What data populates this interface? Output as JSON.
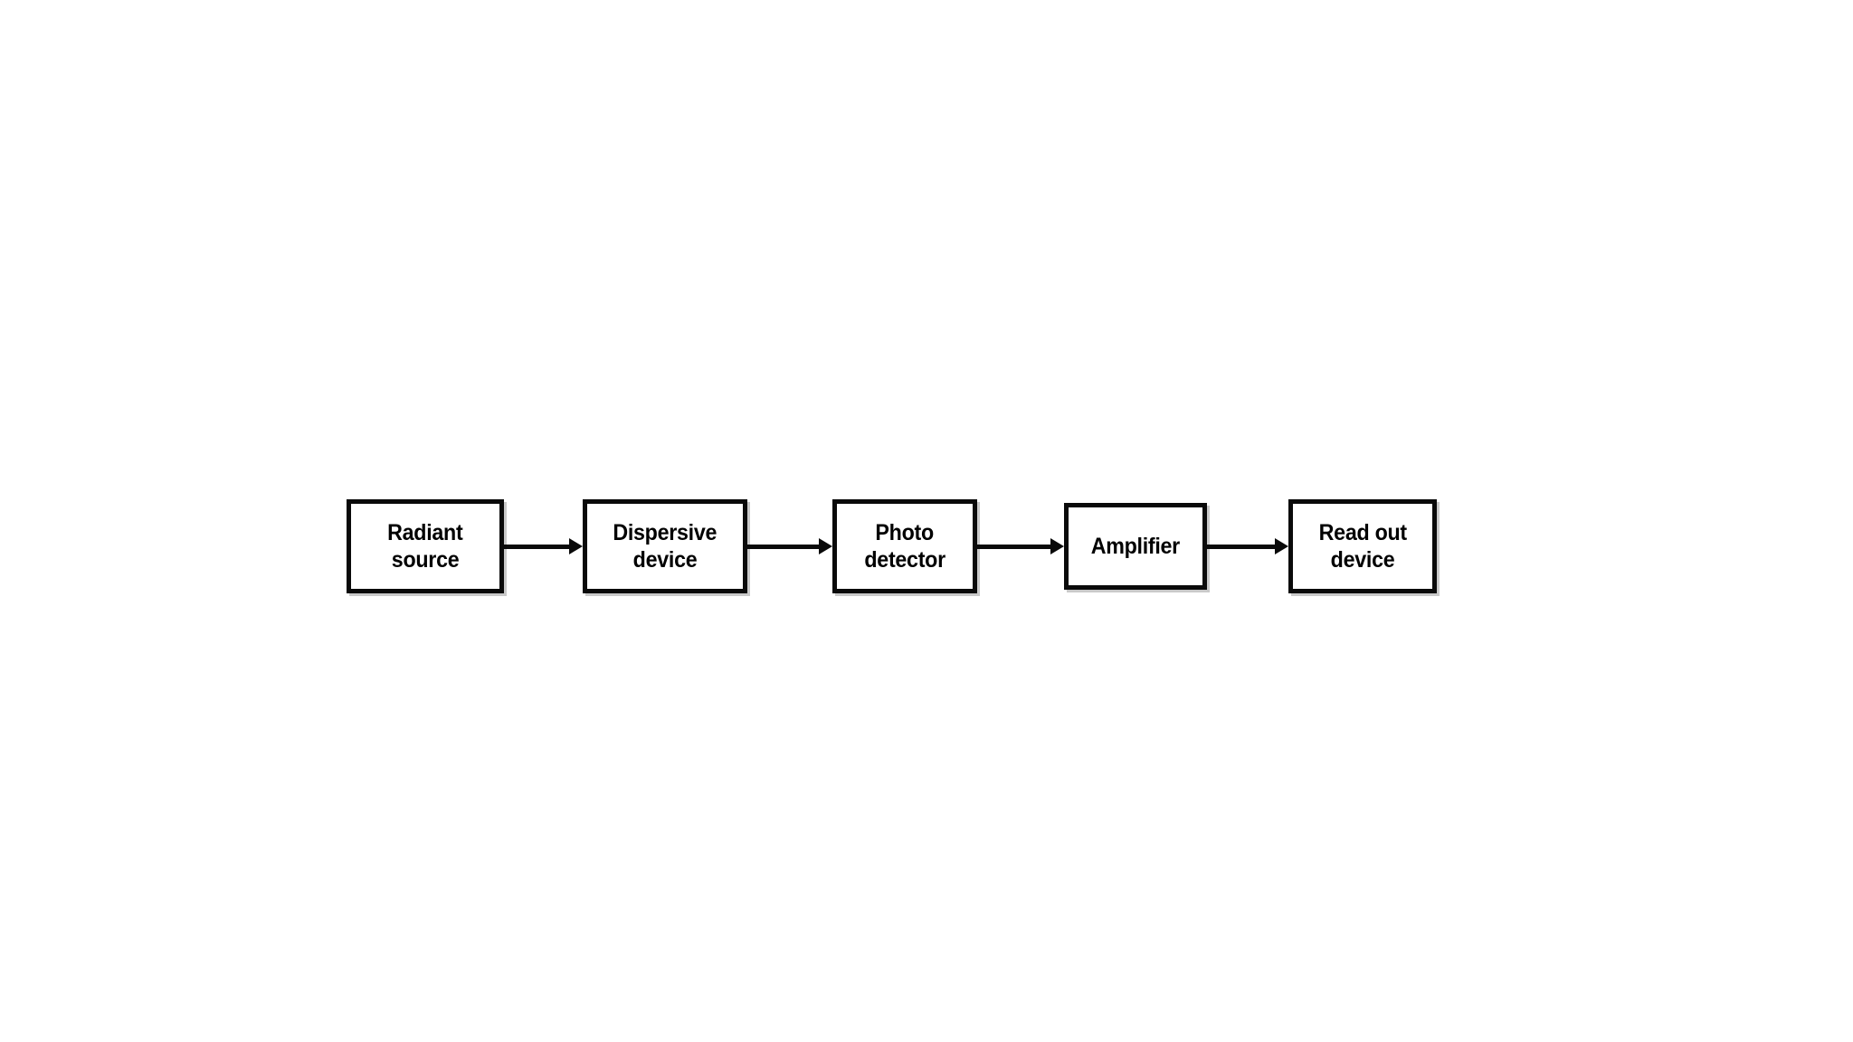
{
  "diagram": {
    "type": "block-flow-diagram",
    "orientation": "horizontal",
    "background_color": "#ffffff",
    "line_color": "#0a0a0a",
    "text_color": "#000000",
    "nodes": [
      {
        "id": "radiant-source",
        "line1": "Radiant",
        "line2": "source"
      },
      {
        "id": "dispersive-device",
        "line1": "Dispersive",
        "line2": "device"
      },
      {
        "id": "photo-detector",
        "line1": "Photo",
        "line2": "detector"
      },
      {
        "id": "amplifier",
        "line1": "Amplifier",
        "line2": ""
      },
      {
        "id": "readout-device",
        "line1": "Read out",
        "line2": "device"
      }
    ],
    "connectors": [
      {
        "id": "arrow-1",
        "from": "radiant-source",
        "to": "dispersive-device",
        "glyph": "arrow-right"
      },
      {
        "id": "arrow-2",
        "from": "dispersive-device",
        "to": "photo-detector",
        "glyph": "arrow-right"
      },
      {
        "id": "arrow-3",
        "from": "photo-detector",
        "to": "amplifier",
        "glyph": "arrow-right"
      },
      {
        "id": "arrow-4",
        "from": "amplifier",
        "to": "readout-device",
        "glyph": "arrow-right"
      }
    ]
  }
}
